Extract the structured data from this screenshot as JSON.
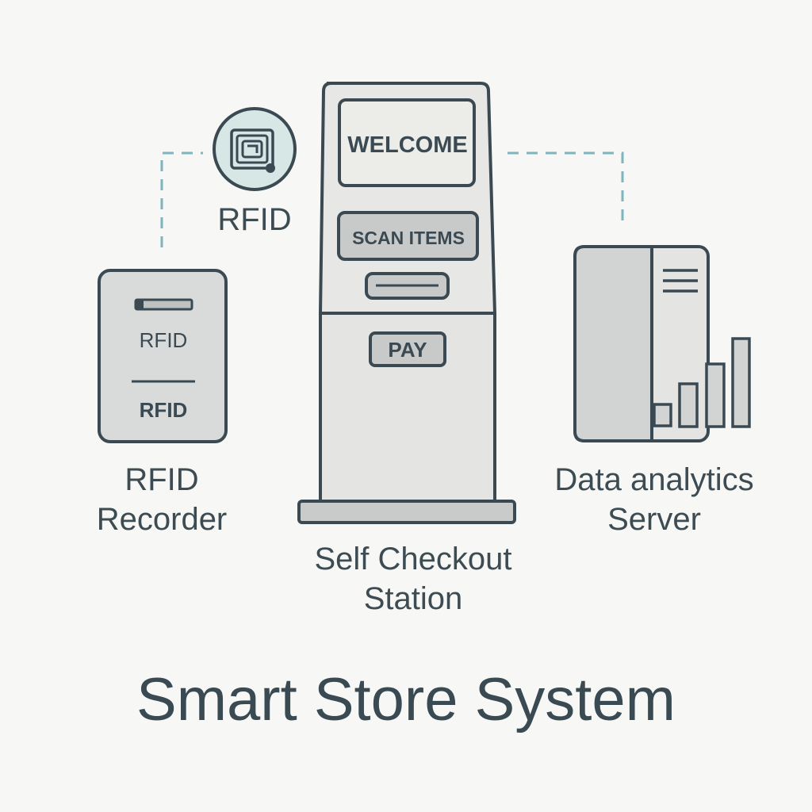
{
  "title": "Smart Store System",
  "rfid_icon": {
    "label": "RFID"
  },
  "rfid_recorder": {
    "card_label_top": "RFID",
    "card_label_bottom": "RFID",
    "caption_line1": "RFID",
    "caption_line2": "Recorder"
  },
  "kiosk": {
    "screen_text": "WELCOME",
    "scan_button": "SCAN ITEMS",
    "pay_button": "PAY",
    "caption_line1": "Self Checkout",
    "caption_line2": "Station"
  },
  "server": {
    "caption_line1": "Data analytics",
    "caption_line2": "Server"
  },
  "colors": {
    "outline": "#3b4a52",
    "device_fill": "#d9dbda",
    "kiosk_fill": "#e7e7e5",
    "screen_fill": "#ecece9",
    "connector": "#7fb3bd",
    "icon_fill": "#d6e7e6"
  }
}
